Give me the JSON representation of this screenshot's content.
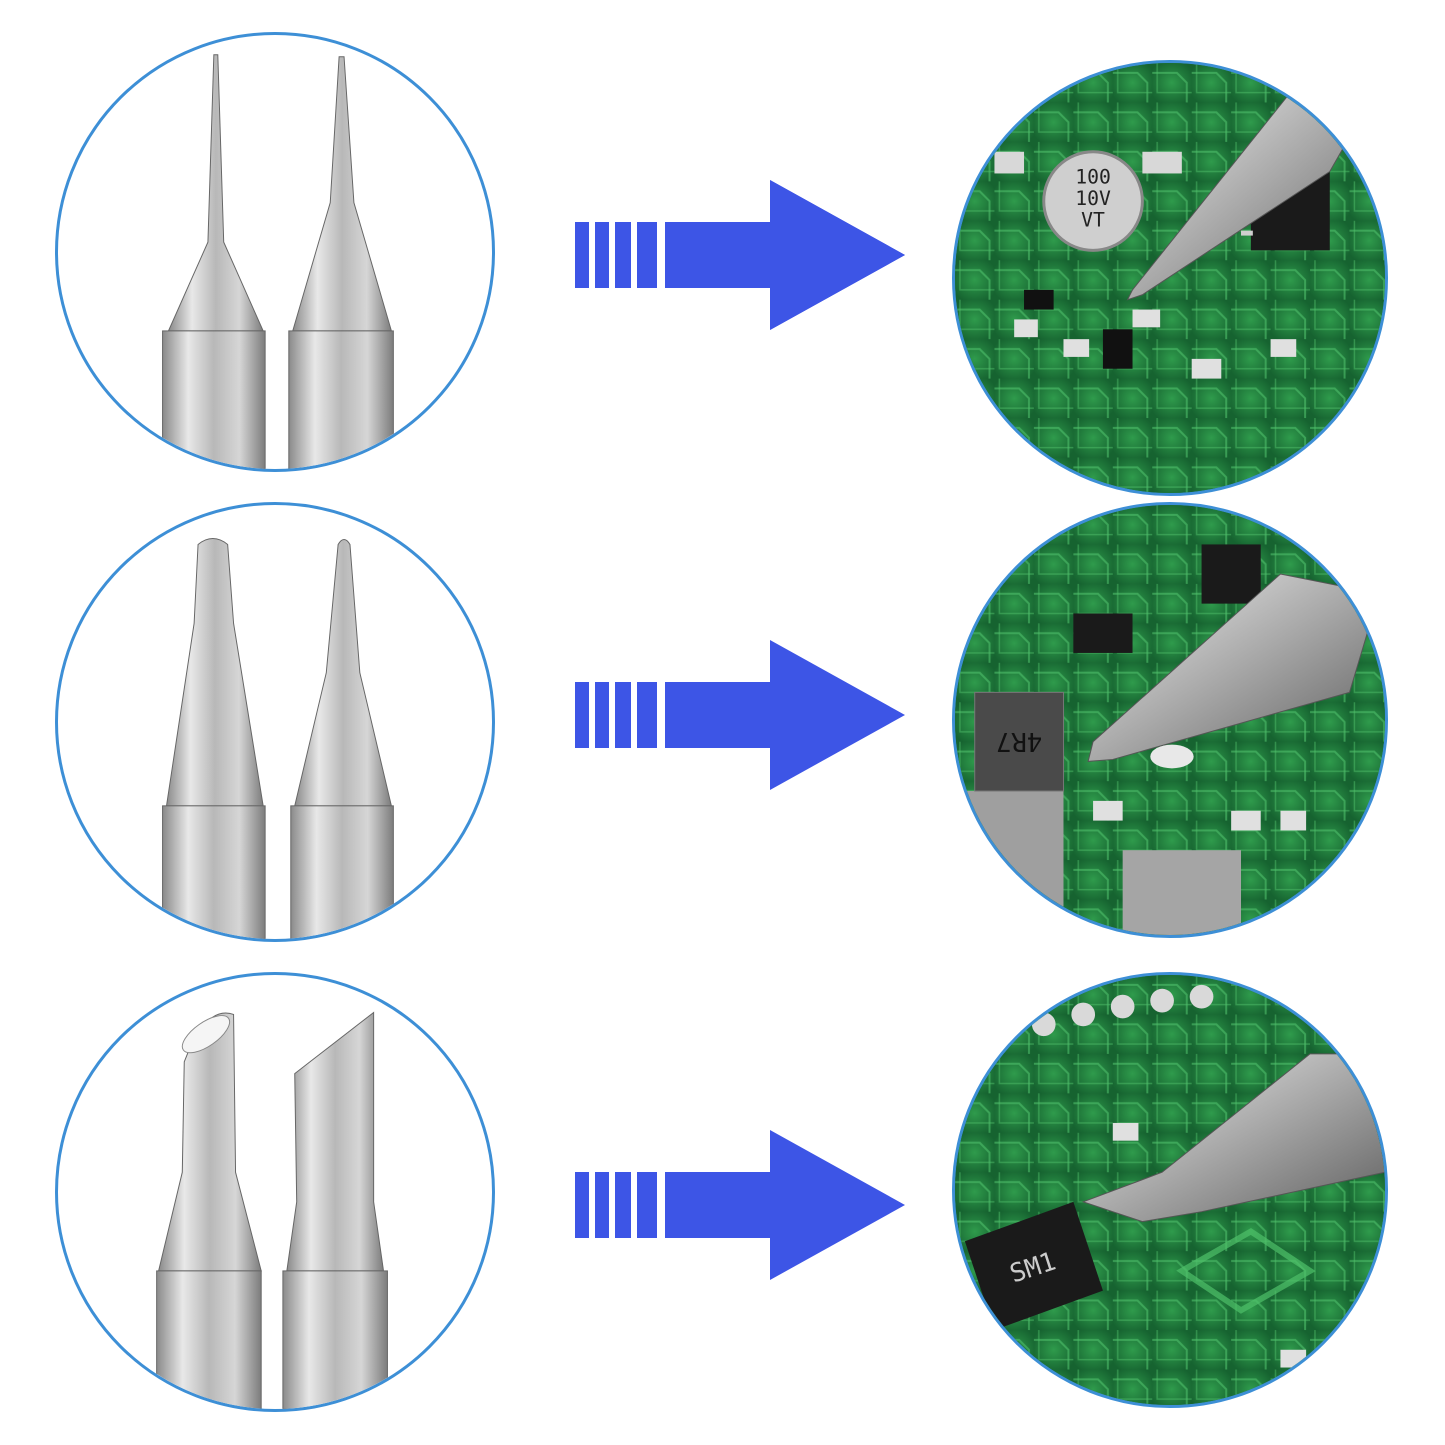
{
  "colors": {
    "ring": "#3d8fd6",
    "arrow": "#3d55e6",
    "pcb_green": "#1f7a3a",
    "metal": "#b9b9b9"
  },
  "rows": [
    {
      "tip_type": "conical-fine",
      "component_labels": [
        "100",
        "10V",
        "VT"
      ]
    },
    {
      "tip_type": "bevel-and-conical",
      "component_labels": [
        "4R7"
      ]
    },
    {
      "tip_type": "beveled-and-knife",
      "component_labels": [
        "SM1"
      ]
    }
  ],
  "icons": [
    "dashed-arrow-right-icon"
  ]
}
